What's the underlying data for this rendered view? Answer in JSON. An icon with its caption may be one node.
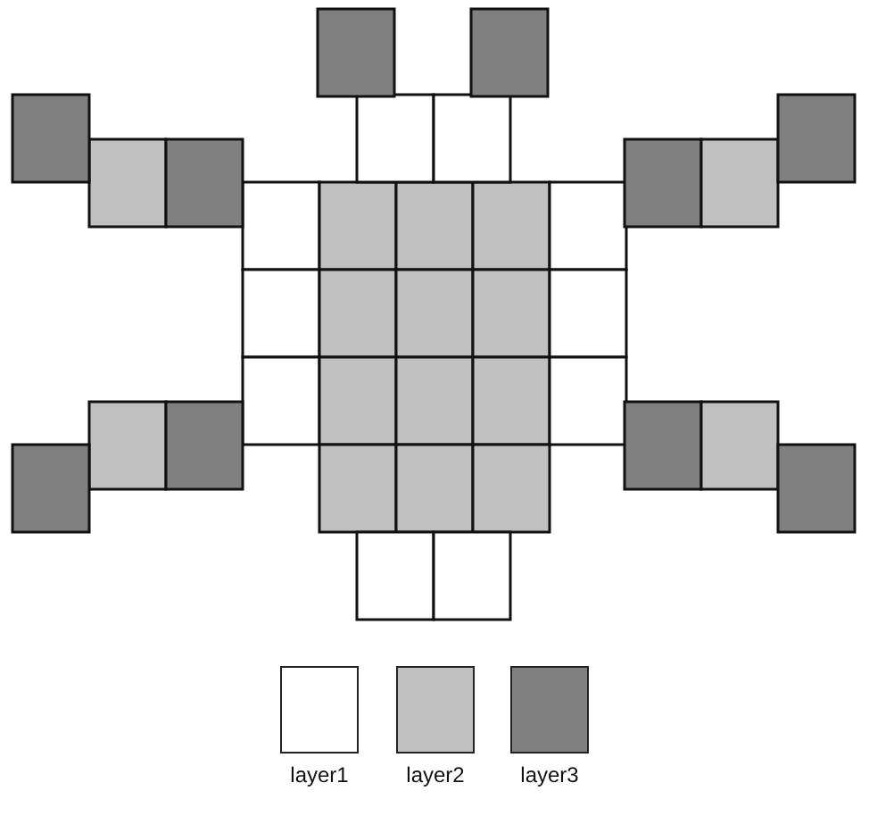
{
  "diagram": {
    "legend": [
      {
        "text": "layer1",
        "color": "#ffffff"
      },
      {
        "text": "layer2",
        "color": "#c0c0c0"
      },
      {
        "text": "layer3",
        "color": "#808080"
      }
    ]
  }
}
